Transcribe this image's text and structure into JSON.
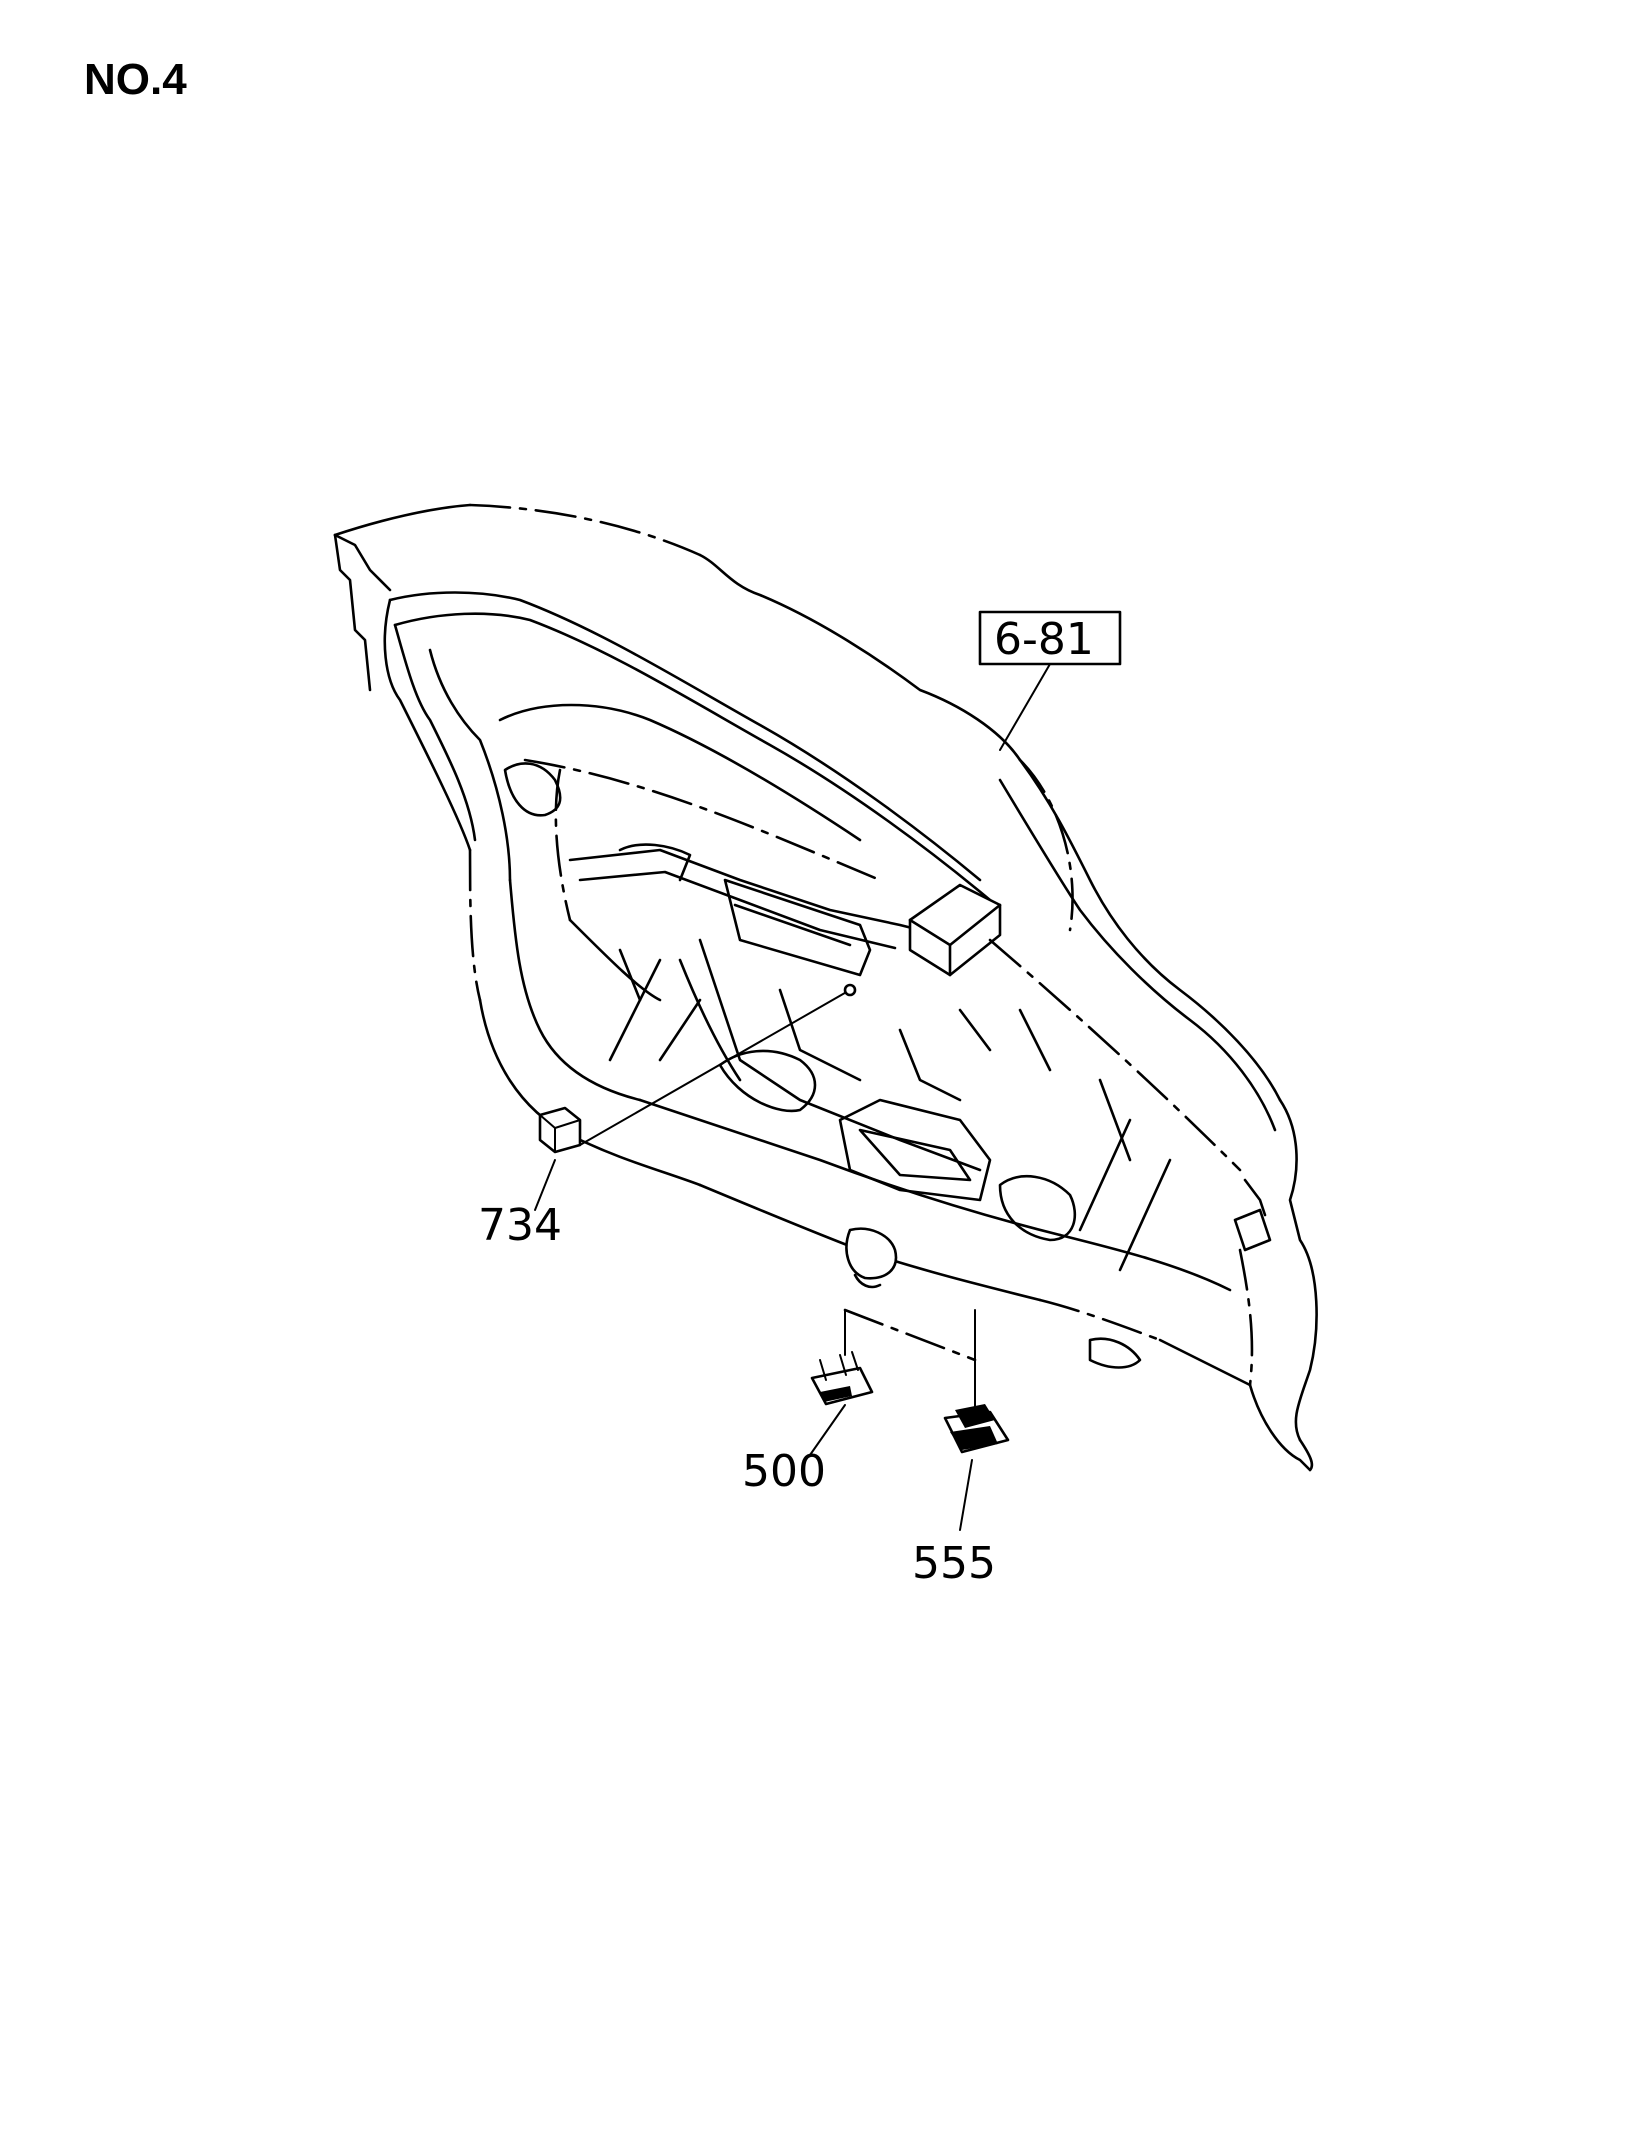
{
  "sheet": {
    "label": "NO.4"
  },
  "diagram": {
    "reference_box": "6-81",
    "callouts": [
      {
        "id": "734"
      },
      {
        "id": "500"
      },
      {
        "id": "555"
      }
    ]
  }
}
